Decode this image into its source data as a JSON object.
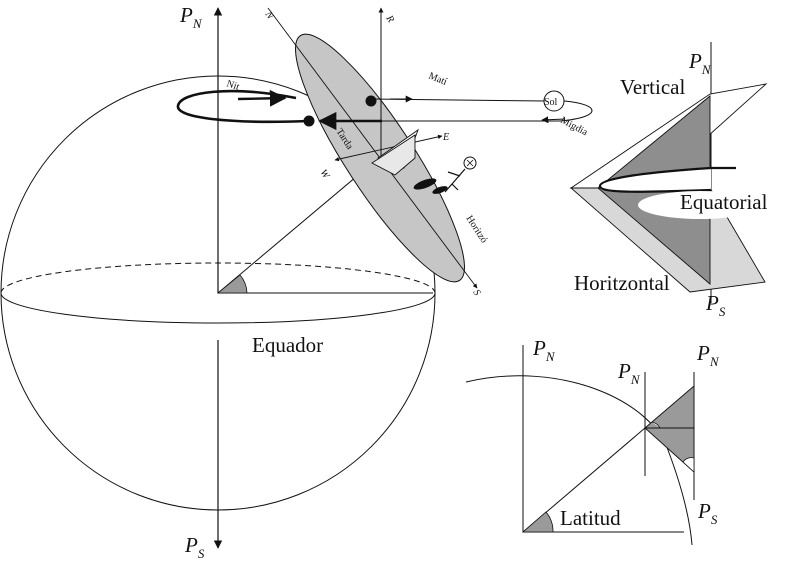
{
  "globe": {
    "pole_north": "P",
    "pole_north_sub": "N",
    "pole_south": "P",
    "pole_south_sub": "S",
    "equator_label": "Equador"
  },
  "horizon_disk": {
    "north": "N",
    "south": "S",
    "east": "E",
    "west": "W",
    "zenith": "R",
    "horizon_label": "Horitzó",
    "afternoon_label": "Tarda"
  },
  "sun_path": {
    "night_label": "Nit",
    "morning_label": "Matí",
    "noon_label": "Migdia",
    "sun_label": "Sol"
  },
  "sundial_detail": {
    "pole_north": "P",
    "pole_north_sub": "N",
    "pole_south": "P",
    "pole_south_sub": "S",
    "vertical_label": "Vertical",
    "equatorial_label": "Equatorial",
    "horizontal_label": "Horitzontal"
  },
  "latitude_detail": {
    "pole_left": "P",
    "pole_left_sub": "N",
    "pole_mid": "P",
    "pole_mid_sub": "N",
    "pole_right": "P",
    "pole_right_sub": "N",
    "pole_bottom": "P",
    "pole_bottom_sub": "S",
    "latitude_label": "Latitud"
  }
}
